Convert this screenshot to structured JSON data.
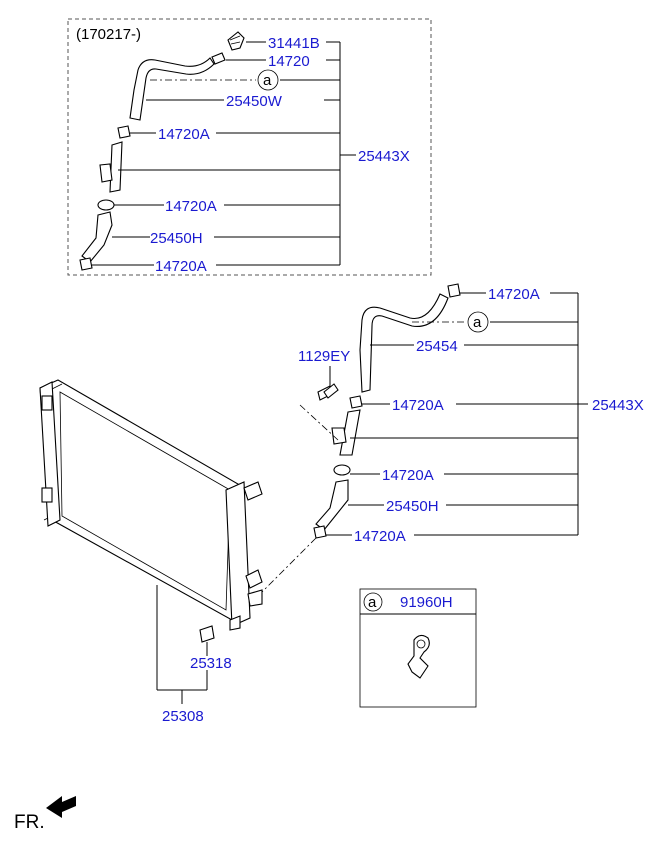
{
  "diagram": {
    "variant_note": "(170217-)",
    "fr_label": "FR.",
    "callout_symbol": "a",
    "upper_group": {
      "cap_part": "31441B",
      "clamp_top": "14720",
      "hose_top": "25450W",
      "clamp_1": "14720A",
      "assembly": "25443X",
      "clamp_2": "14720A",
      "hose_lower": "25450H",
      "clamp_3": "14720A"
    },
    "lower_group": {
      "clamp_top": "14720A",
      "hose_main": "25454",
      "bolt": "1129EY",
      "clamp_1": "14720A",
      "assembly": "25443X",
      "clamp_2": "14720A",
      "hose_lower": "25450H",
      "clamp_3": "14720A"
    },
    "radiator": {
      "drain_plug": "25318",
      "radiator_assy": "25308"
    },
    "detail_box": {
      "symbol": "a",
      "part": "91960H"
    }
  }
}
